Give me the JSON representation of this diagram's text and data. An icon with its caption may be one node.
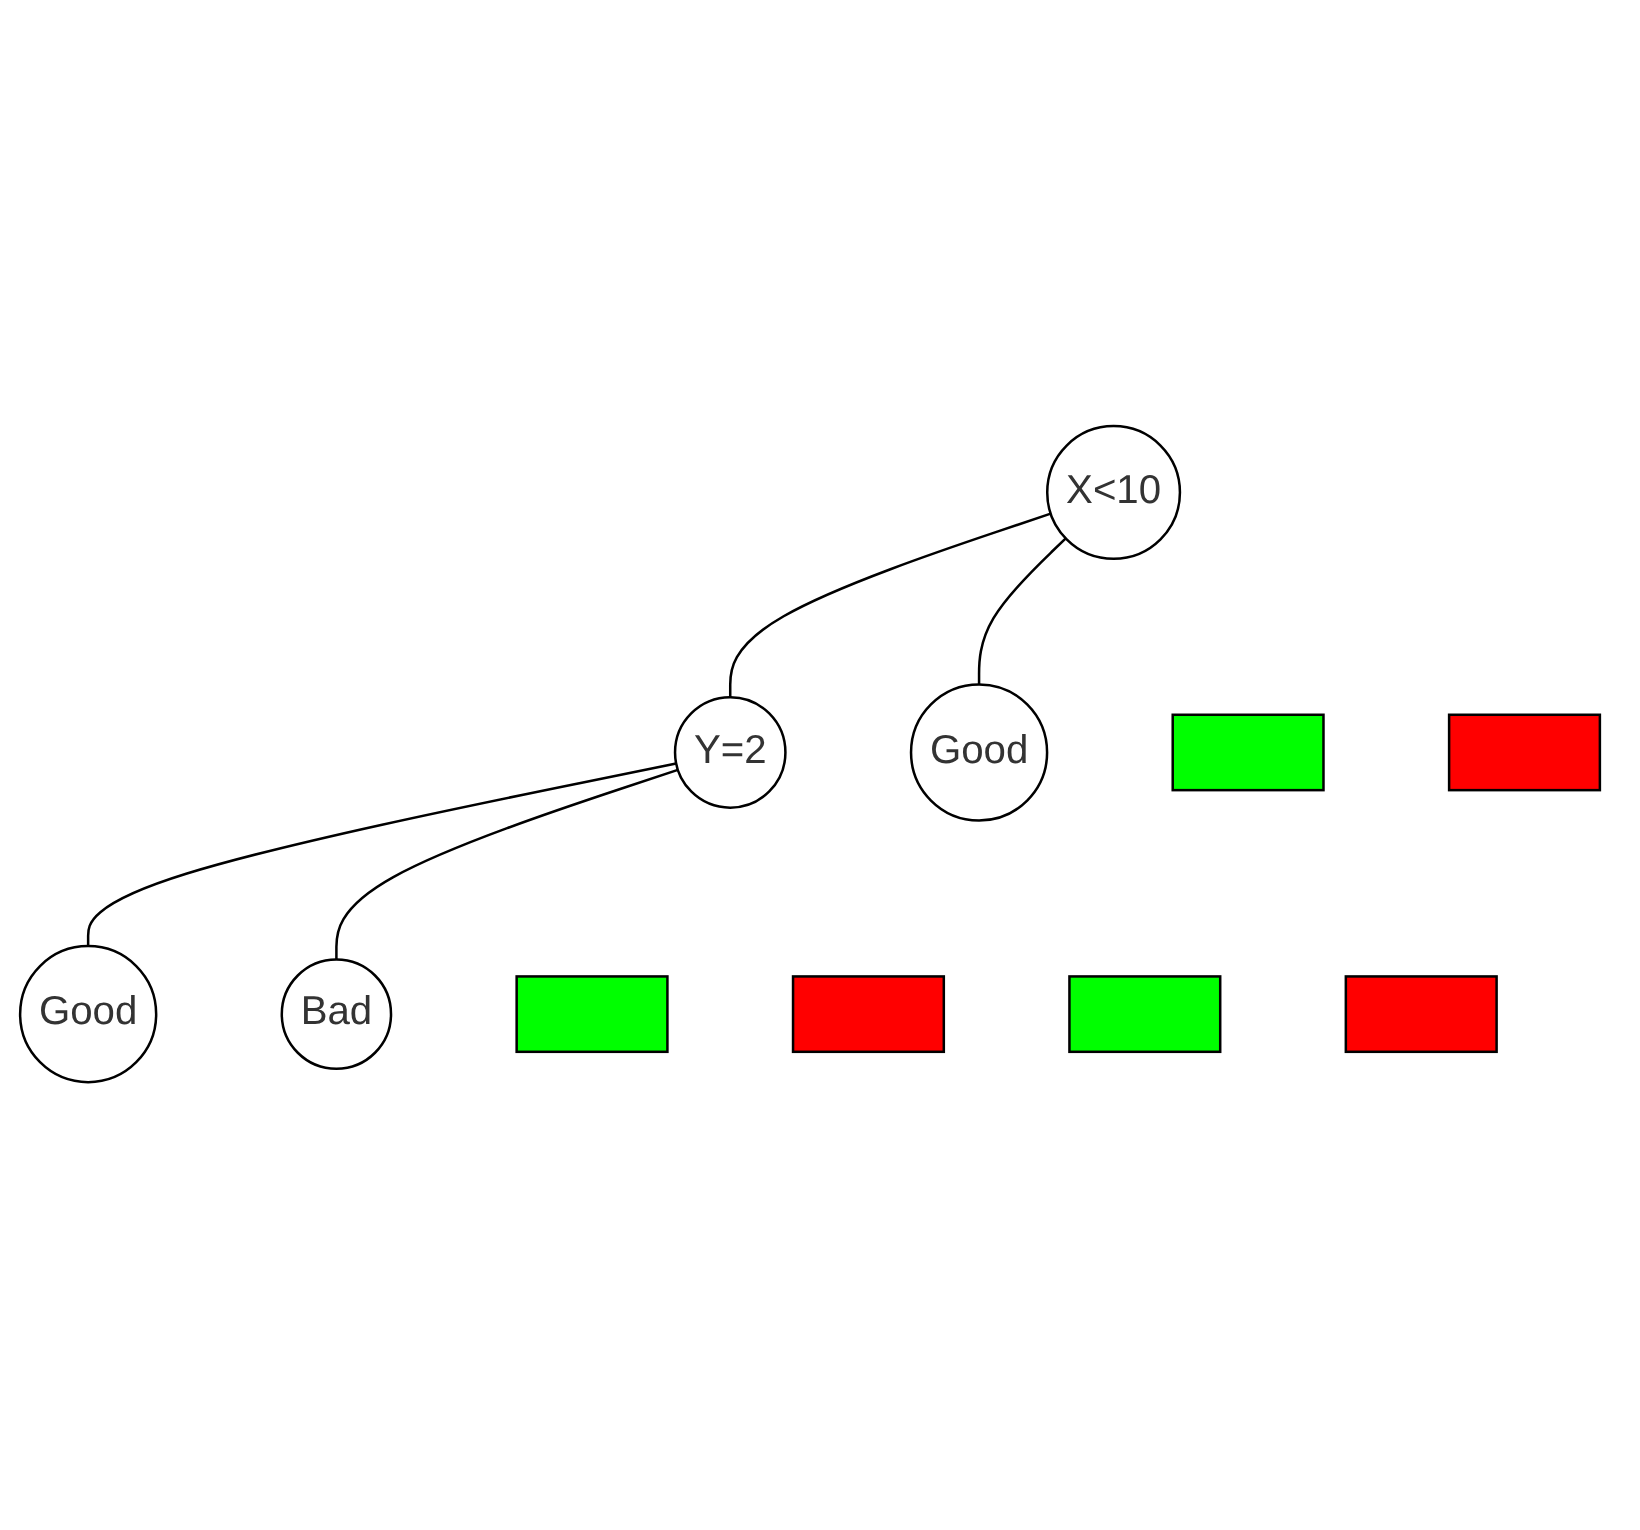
{
  "diagram": {
    "nodes": [
      {
        "text": [
          "X<10"
        ]
      },
      {
        "text": [
          "Y=2"
        ]
      },
      {
        "text": [
          "Good"
        ]
      },
      {
        "text": [
          "Good"
        ]
      },
      {
        "text": [
          "Bad"
        ]
      },
      {
        "text": [],
        "shape": "bar"
      },
      {
        "text": [],
        "shape": "bar"
      },
      {
        "text": [],
        "shape": "bar"
      },
      {
        "text": [],
        "shape": "bar"
      },
      {
        "text": [],
        "shape": "bar"
      },
      {
        "text": [],
        "shape": "bar"
      }
    ],
    "edges": [
      {
        "from": 0,
        "to": 1,
        "arrow": "none"
      },
      {
        "from": 0,
        "to": 2,
        "arrow": "none"
      },
      {
        "from": 1,
        "to": 3,
        "arrow": "none"
      },
      {
        "from": 1,
        "to": 4,
        "arrow": "none"
      }
    ]
  }
}
